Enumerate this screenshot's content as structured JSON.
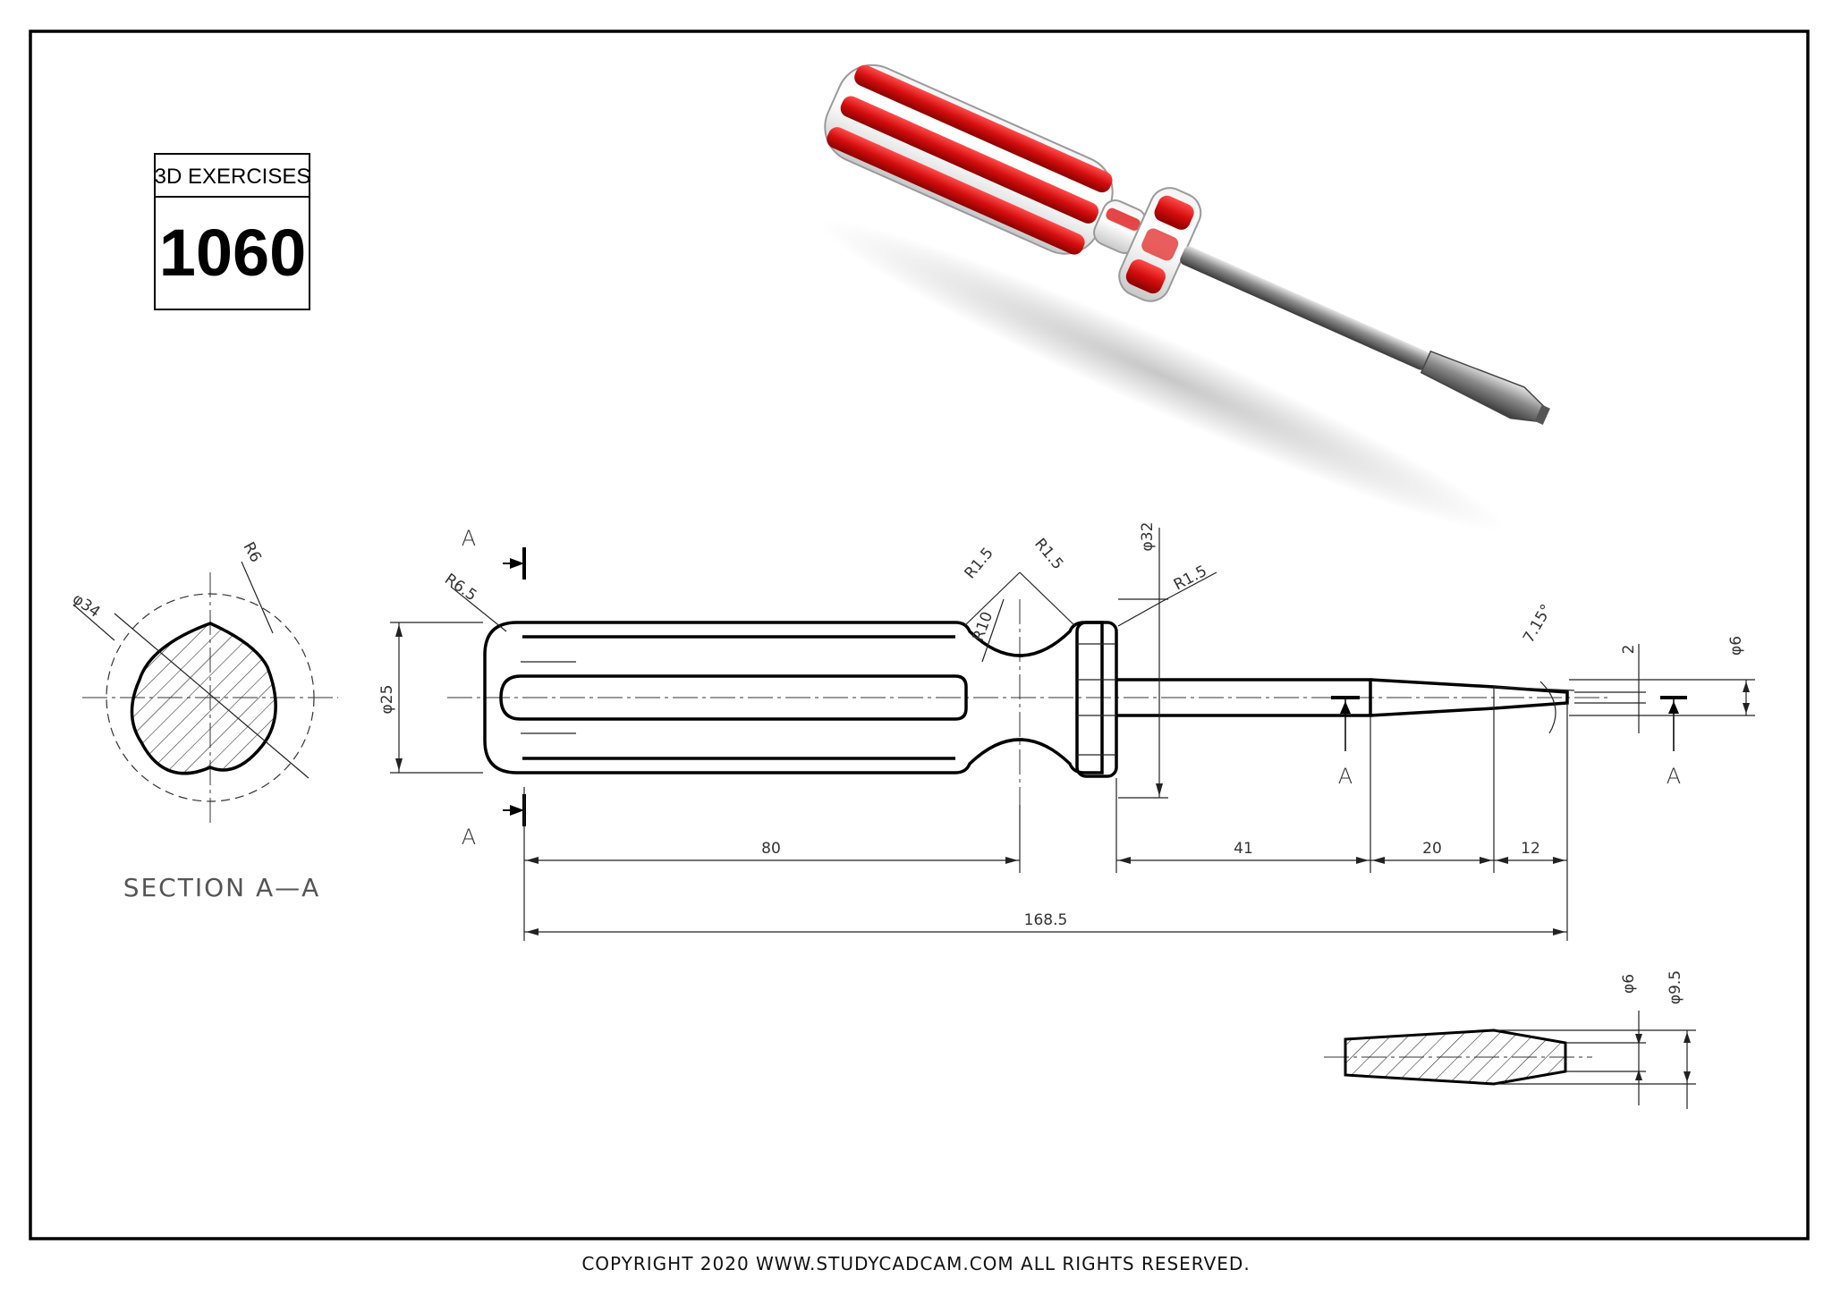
{
  "title_block": {
    "label": "3D EXERCISES",
    "number": "1060"
  },
  "section_view": {
    "title": "SECTION A—A",
    "dims": {
      "diameter": "φ34",
      "radius": "R6"
    }
  },
  "cut_labels": {
    "handle_top": "A",
    "handle_bottom": "A",
    "shaft_left": "A",
    "shaft_right": "A"
  },
  "main_dims": {
    "r_end": "R6.5",
    "r_left": "R1.5",
    "r_right": "R1.5",
    "r_neck": "R10",
    "r_collar": "R1.5",
    "d_handle": "φ25",
    "d_collar": "φ32",
    "angle": "7.15°",
    "tip_thk": "2",
    "d_shaft": "φ6",
    "len_handle": "80",
    "len_shaft": "41",
    "len_taper": "20",
    "len_tip": "12",
    "len_total": "168.5"
  },
  "tip_dims": {
    "d_small": "φ6",
    "d_large": "φ9.5"
  },
  "footer": {
    "copyright": "COPYRIGHT   2020 WWW.STUDYCADCAM.COM ALL RIGHTS RESERVED."
  },
  "colors": {
    "handle_red": "#e01818",
    "steel": "#8a8a8a"
  }
}
